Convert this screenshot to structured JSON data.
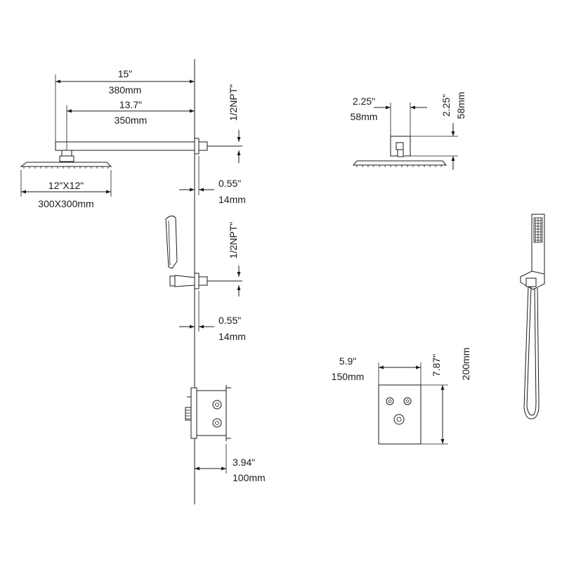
{
  "colors": {
    "ink": "#1a1a1a",
    "background": "#ffffff"
  },
  "dimensions": {
    "arm_length_in": "15\"",
    "arm_length_mm": "380mm",
    "arm_reach_in": "13.7\"",
    "arm_reach_mm": "350mm",
    "arm_thread": "1/2NPT\"",
    "head_size_in": "12\"X12\"",
    "head_size_mm": "300X300mm",
    "arm_flange_in": "0.55\"",
    "arm_flange_mm": "14mm",
    "outlet_thread": "1/2NPT\"",
    "outlet_flange_in": "0.55\"",
    "outlet_flange_mm": "14mm",
    "valve_depth_in": "3.94\"",
    "valve_depth_mm": "100mm",
    "head_side_width_in": "2.25\"",
    "head_side_width_mm": "58mm",
    "head_side_height_in": "2.25\"",
    "head_side_height_mm": "58mm",
    "trim_width_in": "5.9\"",
    "trim_width_mm": "150mm",
    "trim_height_in": "7.87\"",
    "trim_height_mm": "200mm"
  }
}
